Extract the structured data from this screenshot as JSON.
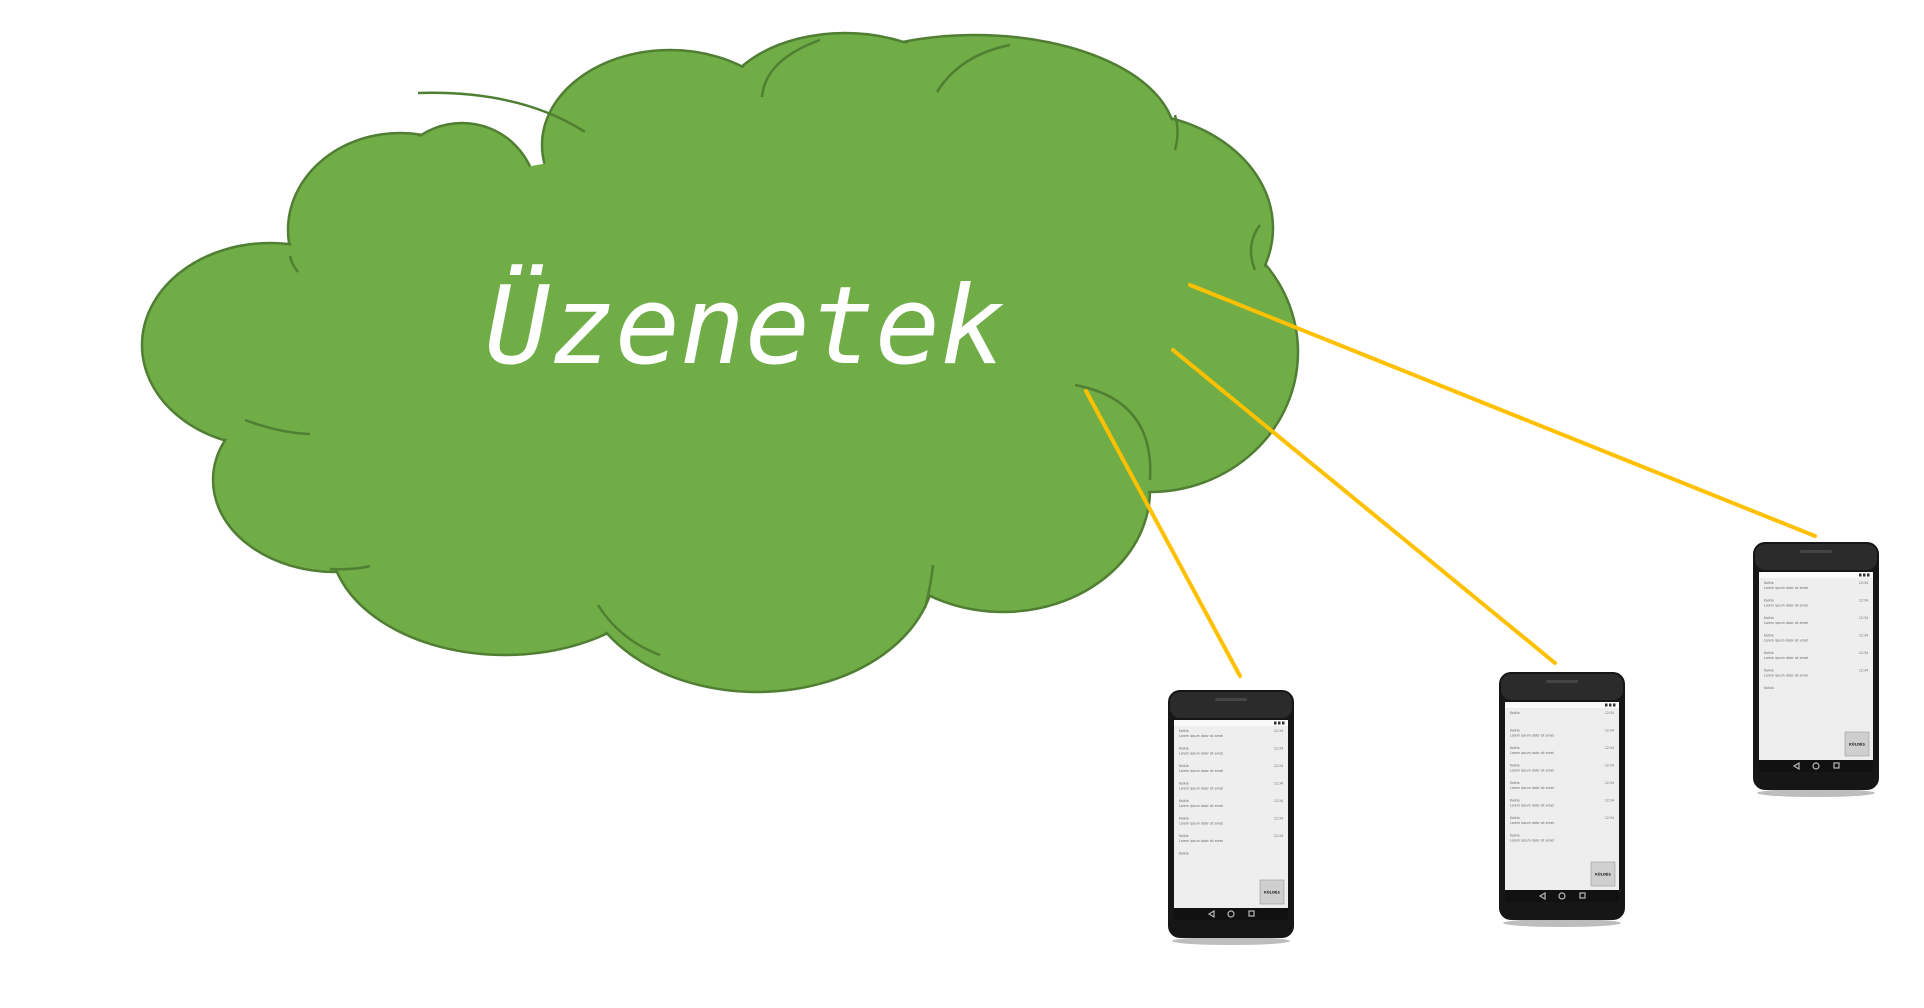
{
  "cloud": {
    "label": "Üzenetek",
    "fill_color": "#70AD47",
    "stroke_color": "#507E32",
    "text_color": "#FFFFFF"
  },
  "connection": {
    "color": "#FFC000"
  },
  "phones": [
    {
      "name": "phone-1",
      "messages": [
        {
          "sender": "Kalkla",
          "text": "Lorem ipsum dolor sit amet",
          "time": "12:34"
        },
        {
          "sender": "Kalkla",
          "text": "Lorem ipsum dolor sit amet",
          "time": "12:34"
        },
        {
          "sender": "Kalkla",
          "text": "Lorem ipsum dolor sit amet",
          "time": "12:34"
        },
        {
          "sender": "Kalkla",
          "text": "Lorem ipsum dolor sit amet",
          "time": "12:34"
        },
        {
          "sender": "Kalkla",
          "text": "Lorem ipsum dolor sit amet",
          "time": "12:34"
        },
        {
          "sender": "Kalkla",
          "text": "Lorem ipsum dolor sit amet",
          "time": "12:34"
        },
        {
          "sender": "Kalkla",
          "text": "Lorem ipsum dolor sit amet",
          "time": "12:34"
        },
        {
          "sender": "Kalkla",
          "text": "",
          "time": ""
        }
      ],
      "send_label": "KÜLDÉS"
    },
    {
      "name": "phone-2",
      "messages": [
        {
          "sender": "Kalkla",
          "text": "",
          "time": "12:34"
        },
        {
          "sender": "Kalkla",
          "text": "Lorem ipsum dolor sit amet",
          "time": "12:34"
        },
        {
          "sender": "Kalkla",
          "text": "Lorem ipsum dolor sit amet",
          "time": "12:34"
        },
        {
          "sender": "Kalkla",
          "text": "Lorem ipsum dolor sit amet",
          "time": "12:34"
        },
        {
          "sender": "Kalkla",
          "text": "Lorem ipsum dolor sit amet",
          "time": "12:34"
        },
        {
          "sender": "Kalkla",
          "text": "Lorem ipsum dolor sit amet",
          "time": "12:34"
        },
        {
          "sender": "Kalkla",
          "text": "Lorem ipsum dolor sit amet",
          "time": "12:34"
        },
        {
          "sender": "Kalkla",
          "text": "Lorem ipsum dolor sit amet",
          "time": ""
        }
      ],
      "send_label": "KÜLDÉS"
    },
    {
      "name": "phone-3",
      "messages": [
        {
          "sender": "Kalkla",
          "text": "Lorem ipsum dolor sit amet",
          "time": "12:34"
        },
        {
          "sender": "Kalkla",
          "text": "Lorem ipsum dolor sit amet",
          "time": "12:34"
        },
        {
          "sender": "Kalkla",
          "text": "Lorem ipsum dolor sit amet",
          "time": "12:34"
        },
        {
          "sender": "Kalkla",
          "text": "Lorem ipsum dolor sit amet",
          "time": "12:34"
        },
        {
          "sender": "Kalkla",
          "text": "Lorem ipsum dolor sit amet",
          "time": "12:34"
        },
        {
          "sender": "Kalkla",
          "text": "Lorem ipsum dolor sit amet",
          "time": "12:34"
        },
        {
          "sender": "Kalkla",
          "text": "",
          "time": ""
        }
      ],
      "send_label": "KÜLDÉS"
    }
  ]
}
